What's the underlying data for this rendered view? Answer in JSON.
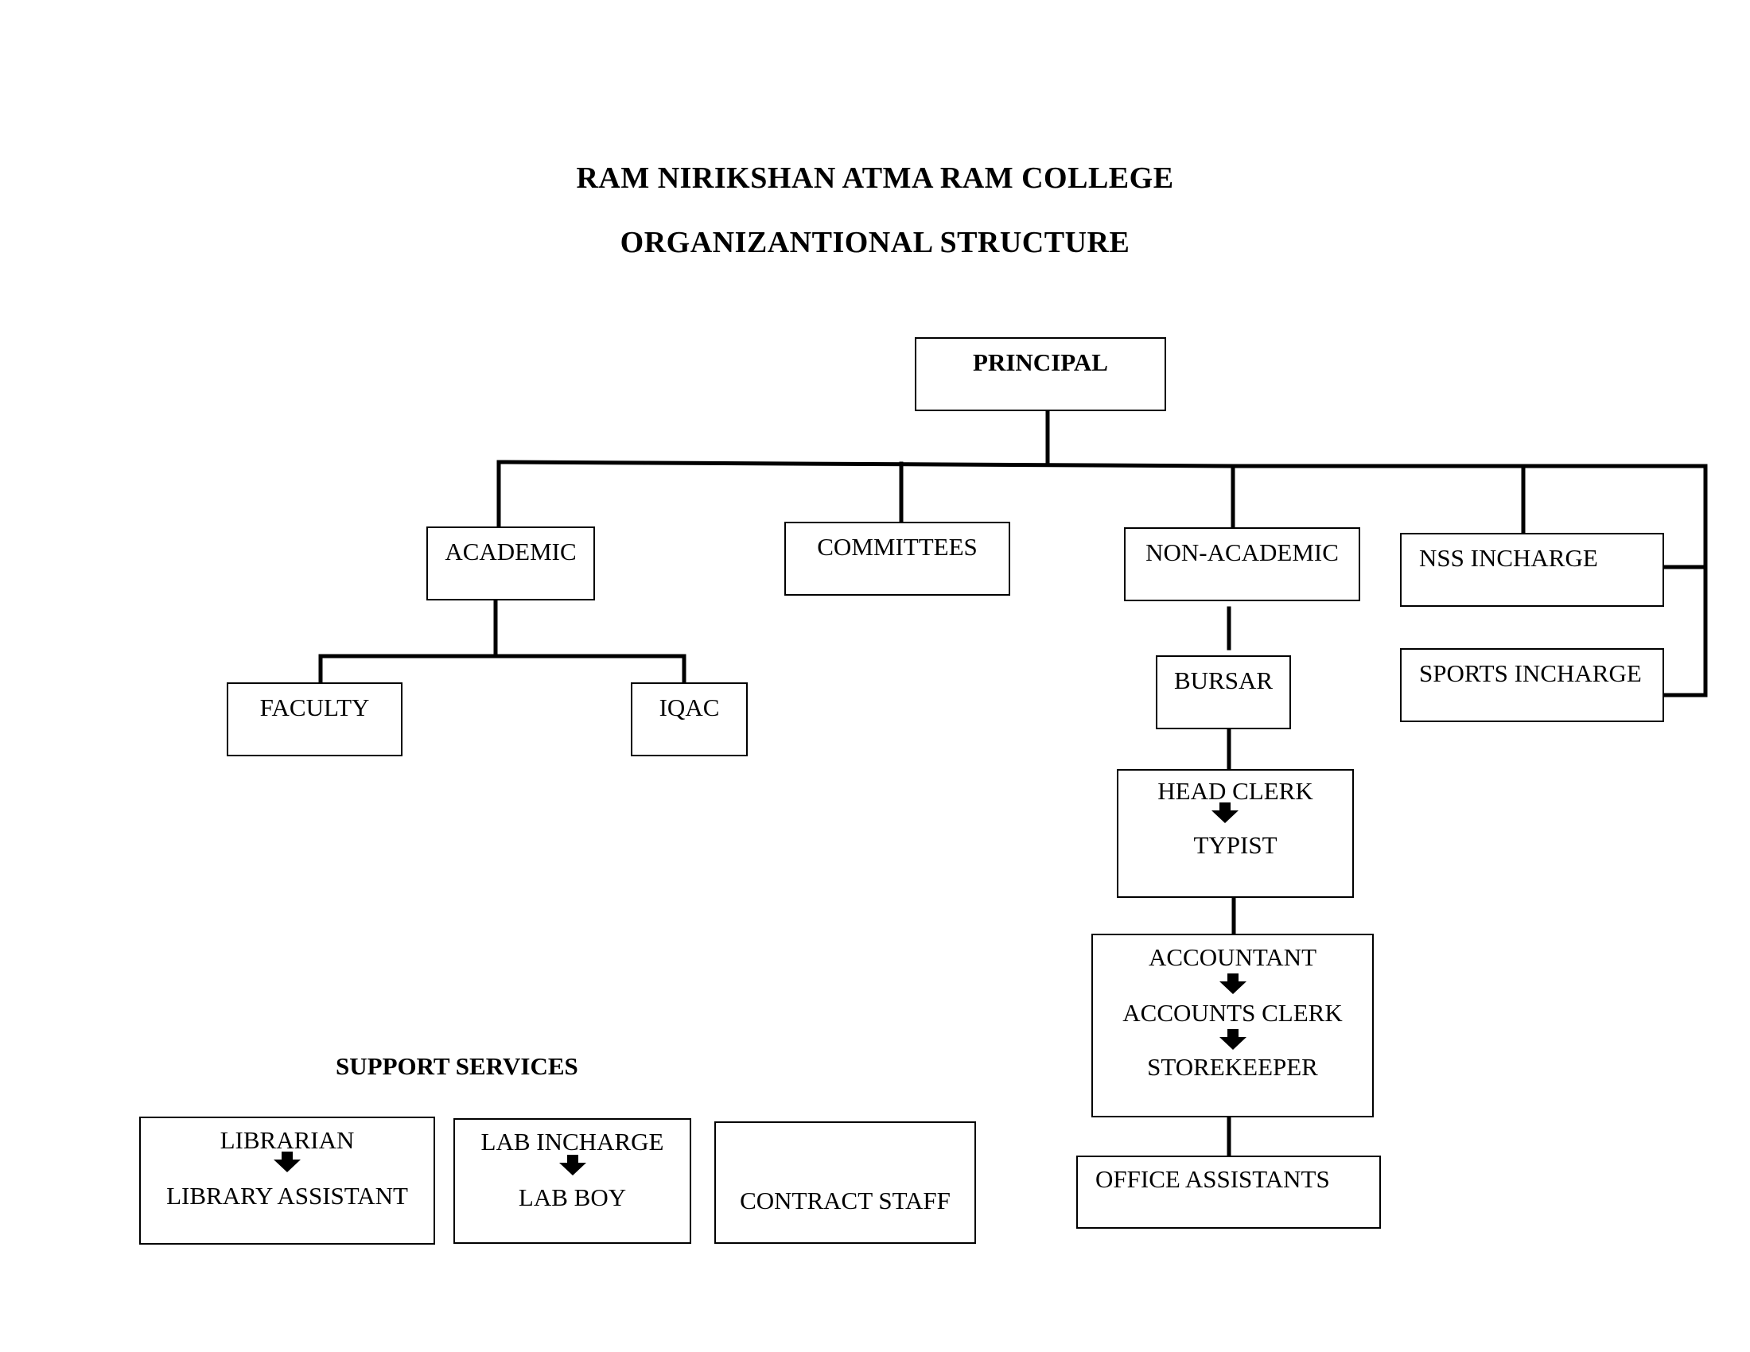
{
  "header": {
    "college_name": "RAM NIRIKSHAN ATMA RAM COLLEGE",
    "subtitle": "ORGANIZANTIONAL STRUCTURE"
  },
  "nodes": {
    "principal": "PRINCIPAL",
    "academic": "ACADEMIC",
    "committees": "COMMITTEES",
    "non_academic": "NON-ACADEMIC",
    "nss_incharge": "NSS INCHARGE",
    "sports_incharge": "SPORTS INCHARGE",
    "faculty": "FACULTY",
    "iqac": "IQAC",
    "bursar": "BURSAR",
    "head_clerk": "HEAD CLERK",
    "typist": "TYPIST",
    "accountant": "ACCOUNTANT",
    "accounts_clerk": "ACCOUNTS CLERK",
    "storekeeper": "STOREKEEPER",
    "office_assistants": "OFFICE ASSISTANTS"
  },
  "support_services": {
    "heading": "SUPPORT SERVICES",
    "librarian": "LIBRARIAN",
    "library_assistant": "LIBRARY ASSISTANT",
    "lab_incharge": "LAB INCHARGE",
    "lab_boy": "LAB BOY",
    "contract_staff": "CONTRACT STAFF"
  }
}
